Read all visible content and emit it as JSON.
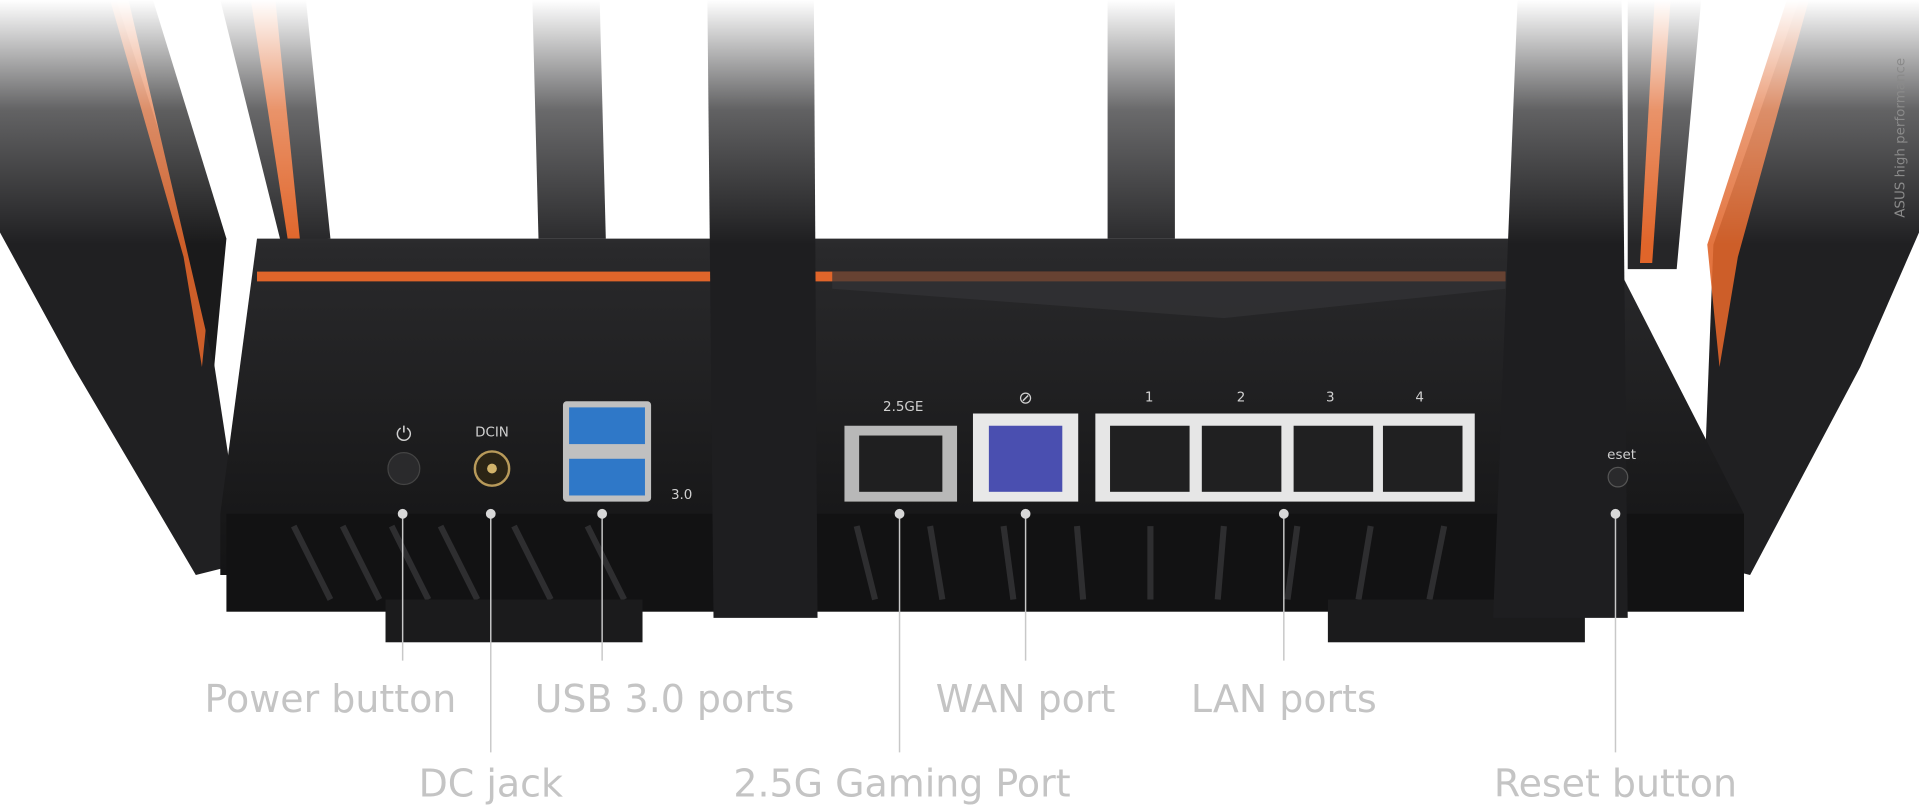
{
  "image": {
    "product_side_text": "ASUS high performance",
    "port_markings": {
      "power_symbol": "⏻",
      "dcin": "DCIN",
      "usb": "3.0",
      "gaming": "2.5GE",
      "lan_numbers": [
        "1",
        "2",
        "3",
        "4"
      ],
      "reset": "eset"
    }
  },
  "labels": [
    {
      "id": "power",
      "text": "Power button"
    },
    {
      "id": "dc",
      "text": "DC jack"
    },
    {
      "id": "usb",
      "text": "USB 3.0 ports"
    },
    {
      "id": "gaming",
      "text": "2.5G Gaming Port"
    },
    {
      "id": "wan",
      "text": "WAN port"
    },
    {
      "id": "lan",
      "text": "LAN ports"
    },
    {
      "id": "reset",
      "text": "Reset button"
    }
  ],
  "colors": {
    "body": "#1c1c1e",
    "accent_orange": "#e0652a",
    "usb_blue": "#2f78c8",
    "wan_blue": "#4a4fb0",
    "label_gray": "#c4c4c4"
  }
}
